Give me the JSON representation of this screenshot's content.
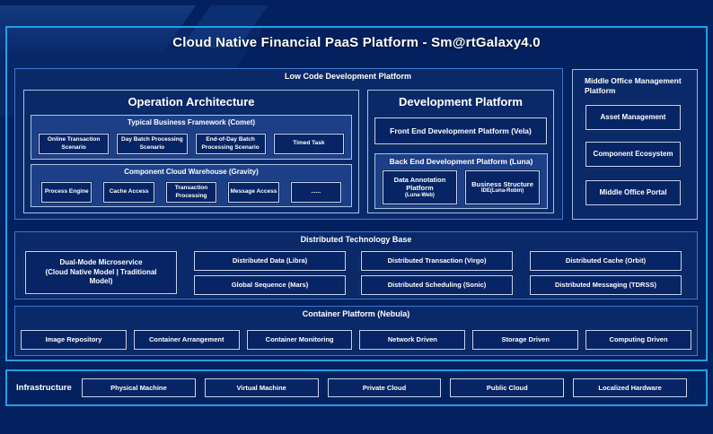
{
  "title": "Cloud Native Financial PaaS Platform - Sm@rtGalaxy4.0",
  "low_code": {
    "label": "Low Code Development Platform",
    "operation_architecture": {
      "title": "Operation Architecture",
      "typical_business_framework": {
        "label": "Typical Business Framework (Comet)",
        "items": [
          "Online Transaction Scenario",
          "Day Batch Processing Scenario",
          "End-of-Day Batch Processing Scenario",
          "Timed Task"
        ]
      },
      "component_cloud_warehouse": {
        "label": "Component Cloud Warehouse (Gravity)",
        "items": [
          "Process Engine",
          "Cache Access",
          "Transaction Processing",
          "Message Access",
          "......"
        ]
      }
    },
    "development_platform": {
      "title": "Development Platform",
      "front_end": "Front End Development Platform (Vela)",
      "back_end": {
        "label": "Back End Development Platform (Luna)",
        "items": [
          {
            "name": "Data Annotation Platform",
            "sub": "(Luna-Web)"
          },
          {
            "name": "Business Structure",
            "sub": "IDE(Luna-Robin)"
          }
        ]
      }
    }
  },
  "middle_office": {
    "label": "Middle Office Management Platform",
    "items": [
      "Asset Management",
      "Component Ecosystem",
      "Middle Office Portal"
    ]
  },
  "distributed": {
    "label": "Distributed Technology Base",
    "dual_mode": {
      "title": "Dual-Mode Microservice",
      "subtitle": "(Cloud Native Model | Traditional Model)"
    },
    "grid": [
      "Distributed Data (Libra)",
      "Distributed Transaction (Virgo)",
      "Distributed Cache (Orbit)",
      "Global Sequence (Mars)",
      "Distributed Scheduling (Sonic)",
      "Distributed Messaging (TDRSS)"
    ]
  },
  "container": {
    "label": "Container Platform (Nebula)",
    "items": [
      "Image Repository",
      "Container Arrangement",
      "Container Monitoring",
      "Network Driven",
      "Storage Driven",
      "Computing Driven"
    ]
  },
  "infrastructure": {
    "label": "Infrastructure",
    "items": [
      "Physical Machine",
      "Virtual Machine",
      "Private Cloud",
      "Public Cloud",
      "Localized Hardware"
    ]
  },
  "colors": {
    "background": "#03215e",
    "frame_border": "#23a0e6",
    "panel_fill": "#0a2968",
    "panel_border": "#3c79cf",
    "subpanel_fill": "#1d3f87",
    "box_fill": "#072465",
    "box_border": "#c9d7ef",
    "text": "#ffffff"
  }
}
